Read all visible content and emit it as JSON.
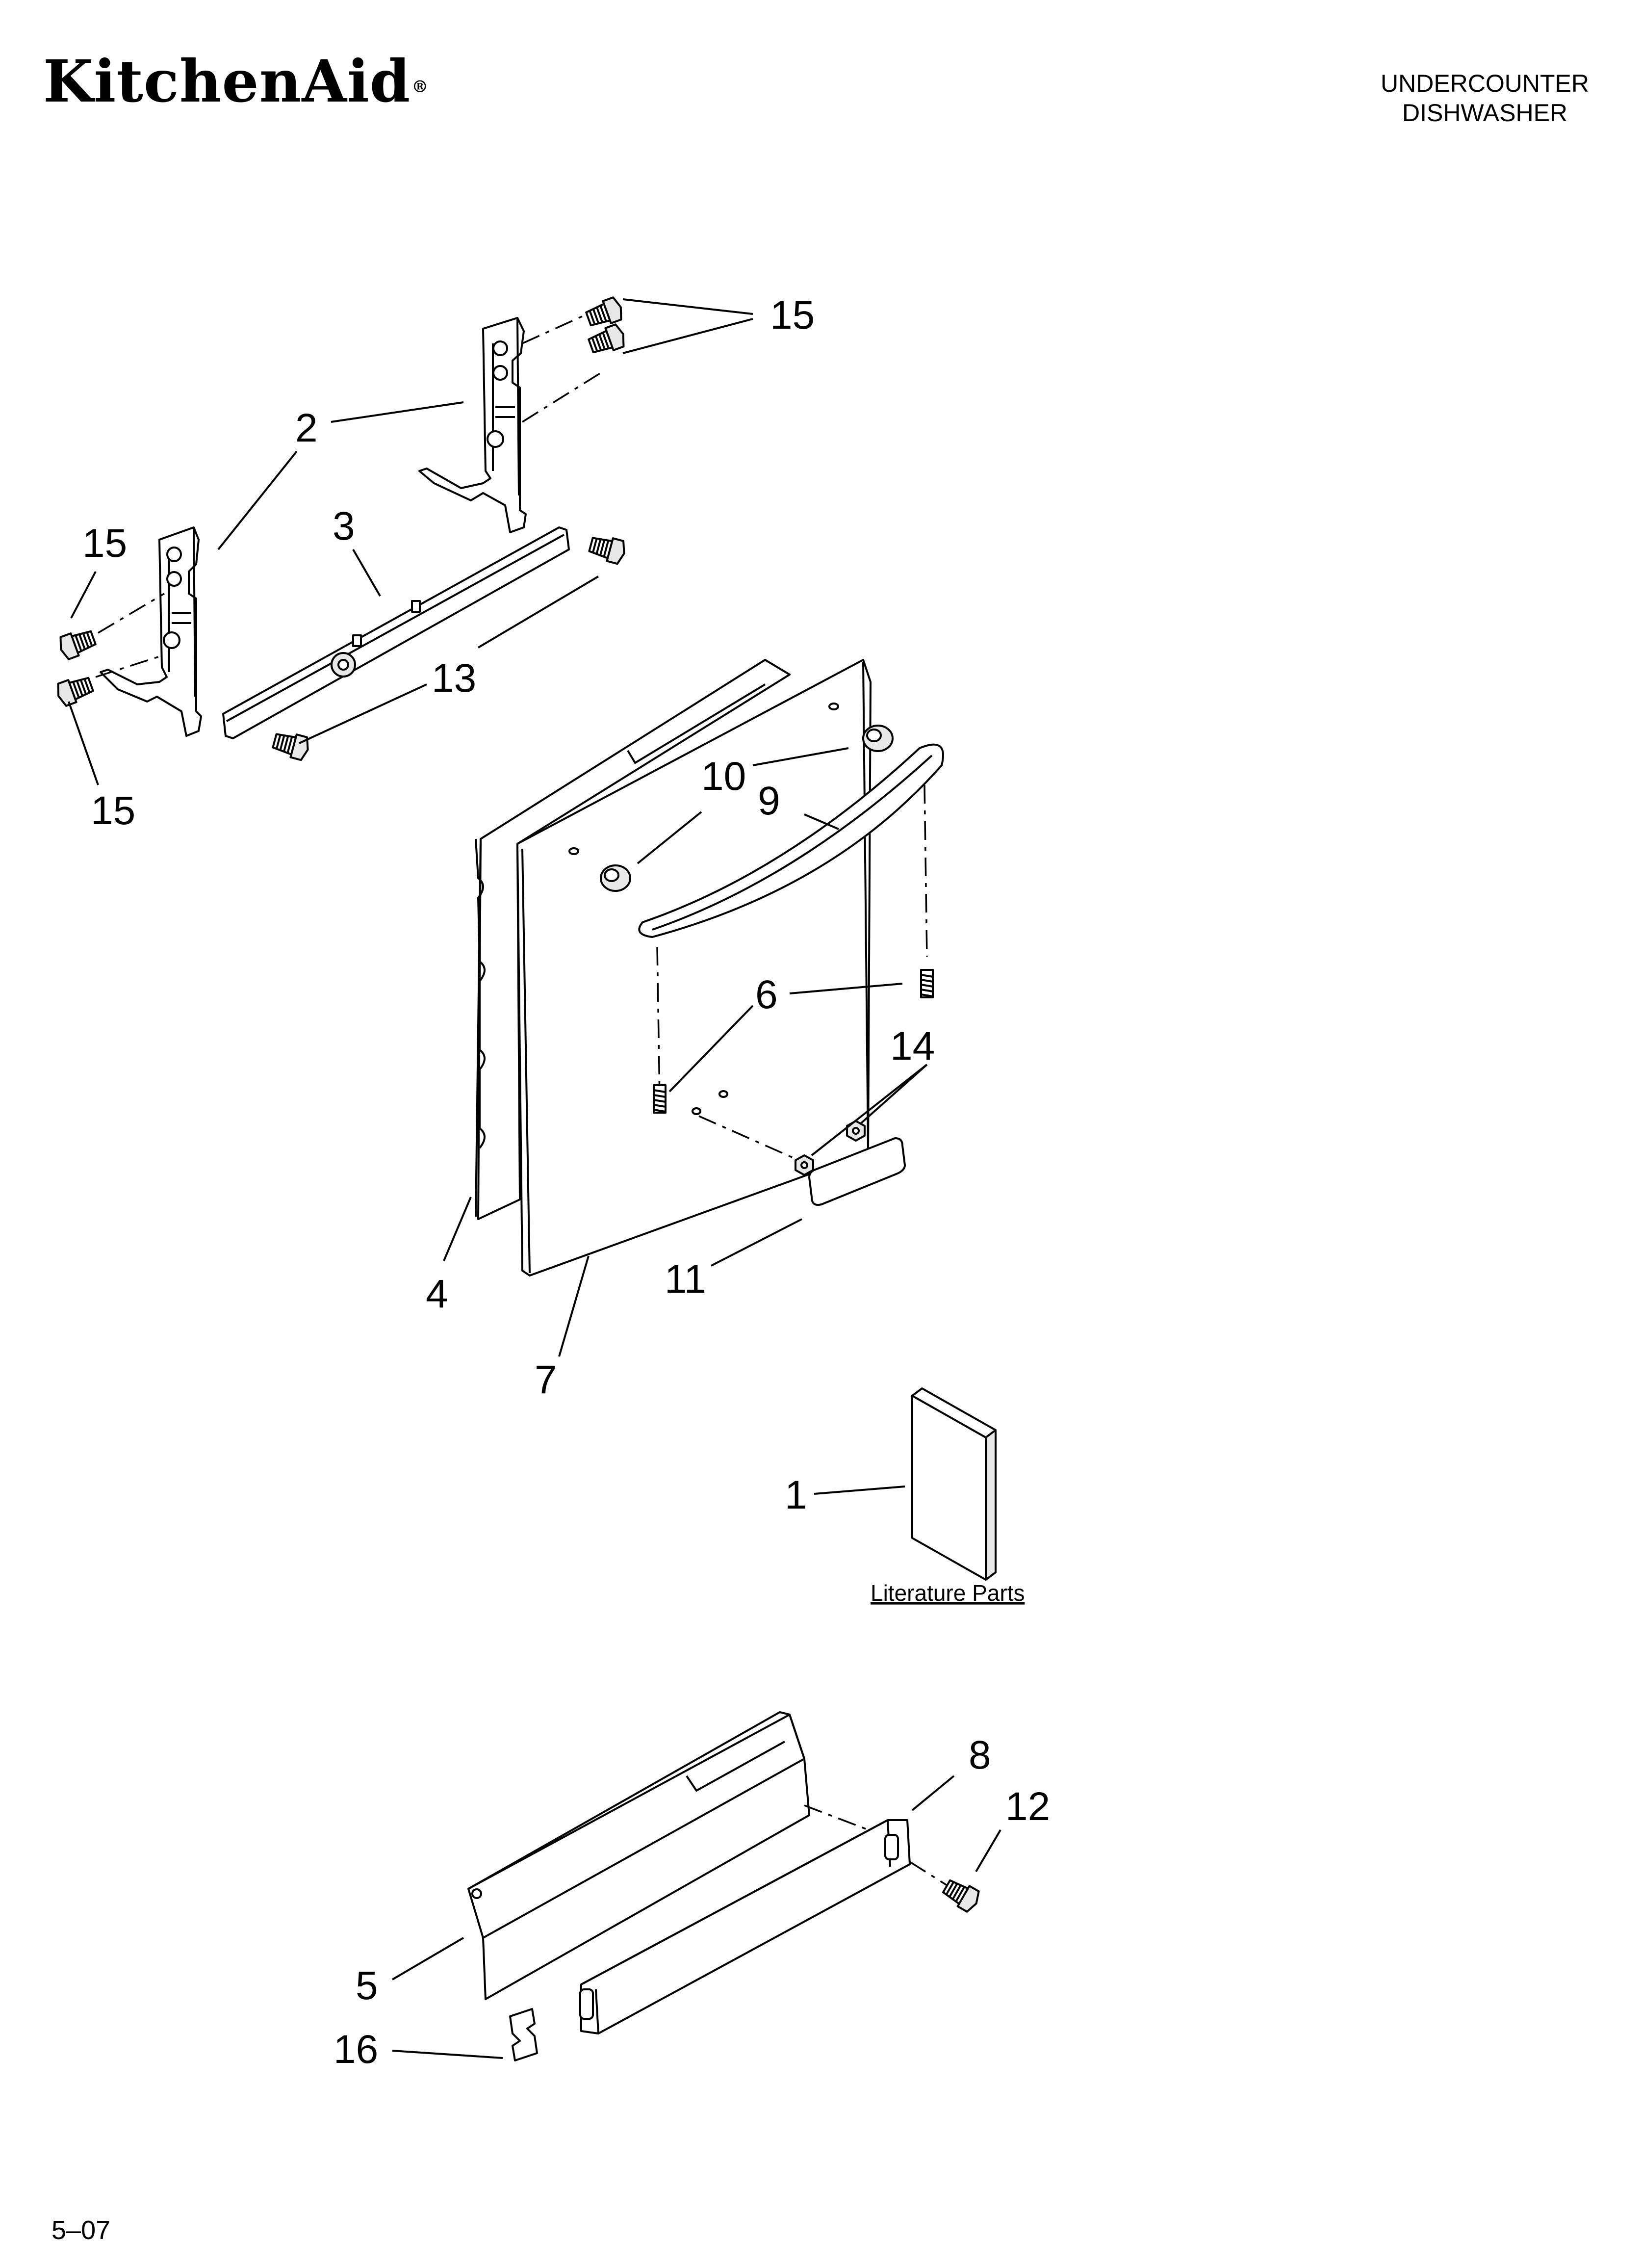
{
  "header": {
    "brand": "KitchenAid",
    "brand_mark": "®",
    "product_line1": "UNDERCOUNTER",
    "product_line2": "DISHWASHER"
  },
  "callouts": {
    "c15_top": "15",
    "c2": "2",
    "c15_left_upper": "15",
    "c3": "3",
    "c13": "13",
    "c15_left_lower": "15",
    "c10": "10",
    "c9": "9",
    "c6": "6",
    "c14": "14",
    "c4": "4",
    "c7": "7",
    "c11": "11",
    "c1": "1",
    "c8": "8",
    "c12": "12",
    "c5": "5",
    "c16": "16"
  },
  "literature_caption": "Literature Parts",
  "footer": {
    "code": "5–07"
  }
}
